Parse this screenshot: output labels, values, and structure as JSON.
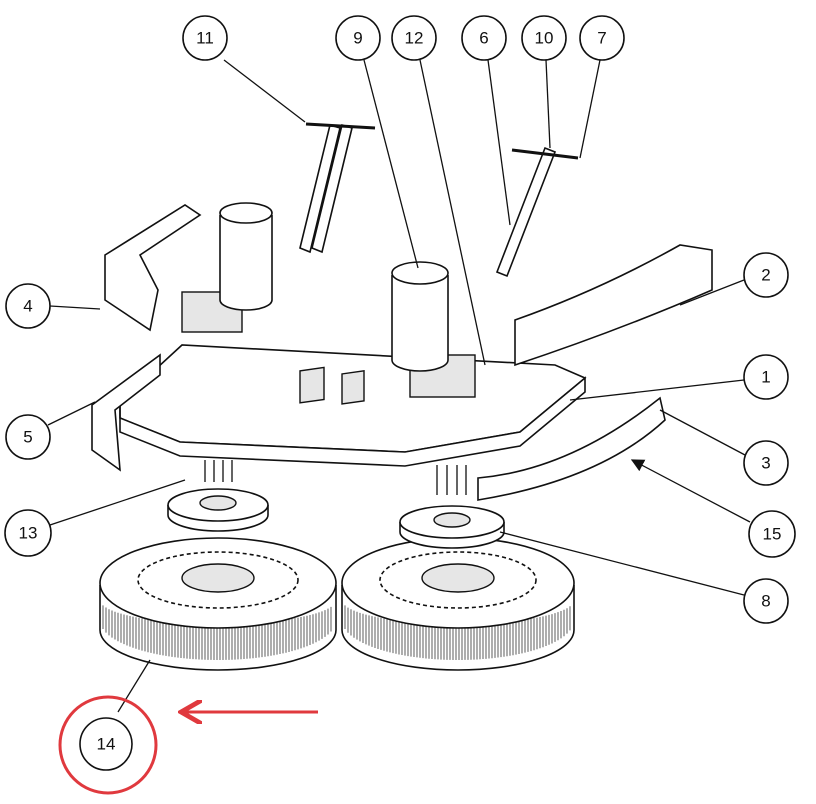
{
  "diagram": {
    "title": "Exploded parts view - dual brush deck assembly",
    "callouts": [
      {
        "id": "11",
        "label": "11"
      },
      {
        "id": "9",
        "label": "9"
      },
      {
        "id": "12",
        "label": "12"
      },
      {
        "id": "6",
        "label": "6"
      },
      {
        "id": "10",
        "label": "10"
      },
      {
        "id": "7",
        "label": "7"
      },
      {
        "id": "4",
        "label": "4"
      },
      {
        "id": "2",
        "label": "2"
      },
      {
        "id": "1",
        "label": "1"
      },
      {
        "id": "5",
        "label": "5"
      },
      {
        "id": "3",
        "label": "3"
      },
      {
        "id": "15",
        "label": "15"
      },
      {
        "id": "13",
        "label": "13"
      },
      {
        "id": "8",
        "label": "8"
      },
      {
        "id": "14",
        "label": "14"
      }
    ],
    "highlight": {
      "callout": "14",
      "color": "#e0393e"
    },
    "line_color": "#111111"
  }
}
